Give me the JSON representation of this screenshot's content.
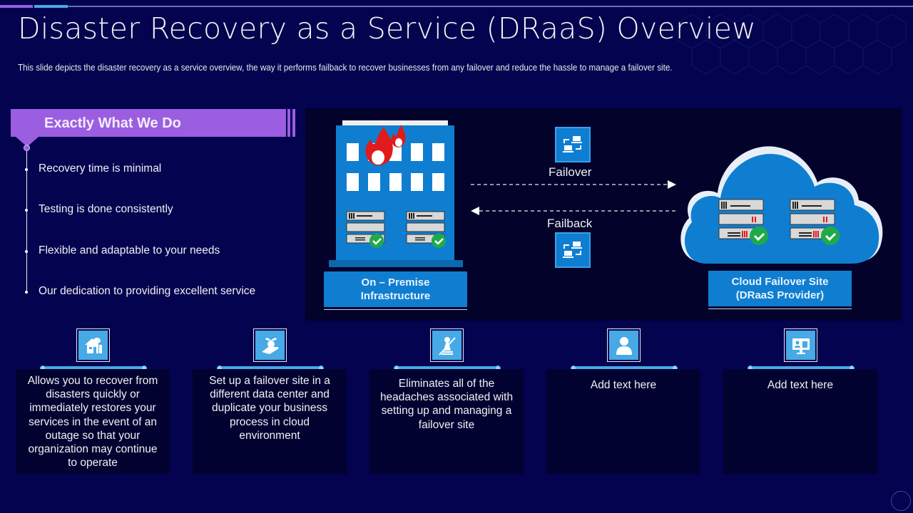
{
  "header": {
    "title": "Disaster Recovery as a Service (DRaaS) Overview",
    "subtitle": "This slide depicts the disaster recovery  as a service  overview,  the way it performs  failback to recover  businesses from  any failover  and reduce  the hassle to manage  a failover  site."
  },
  "what_we_do": {
    "heading": "Exactly  What We Do",
    "items": [
      "Recovery  time is minimal",
      "Testing  is done  consistently",
      "Flexible  and adaptable to your  needs",
      "Our  dedication to providing  excellent  service"
    ]
  },
  "diagram": {
    "on_premise": {
      "caption_line1": "On – Premise",
      "caption_line2": "Infrastructure",
      "icons": [
        "building-icon",
        "fire-icon",
        "server-rack-icon",
        "check-icon"
      ]
    },
    "failover_label": "Failover",
    "failback_label": "Failback",
    "cloud": {
      "caption_line1": "Cloud Failover  Site",
      "caption_line2": "(DRaaS Provider)",
      "icons": [
        "cloud-icon",
        "server-rack-icon",
        "check-icon"
      ]
    }
  },
  "colors": {
    "background": "#03034f",
    "accent_purple": "#9b5ee0",
    "accent_blue": "#47a9e6",
    "diagram_blue": "#0f7ed0",
    "check_green": "#1faa4a",
    "fire_red": "#e11b1b"
  },
  "cards": [
    {
      "icon": "house-disaster-icon",
      "text": "Allows  you  to recover from  disasters quickly  or immediately restores  your services in the  event  of an outage so that  your organization may continue  to operate"
    },
    {
      "icon": "hand-plant-icon",
      "text": "Set up  a failover  site in a different data center  and duplicate your  business process in cloud environment"
    },
    {
      "icon": "no-headache-icon",
      "text": "Eliminates all of the headaches associated with setting up and managing a failover site"
    },
    {
      "icon": "user-icon",
      "text": "Add text  here"
    },
    {
      "icon": "monitor-users-icon",
      "text": "Add text  here"
    }
  ]
}
